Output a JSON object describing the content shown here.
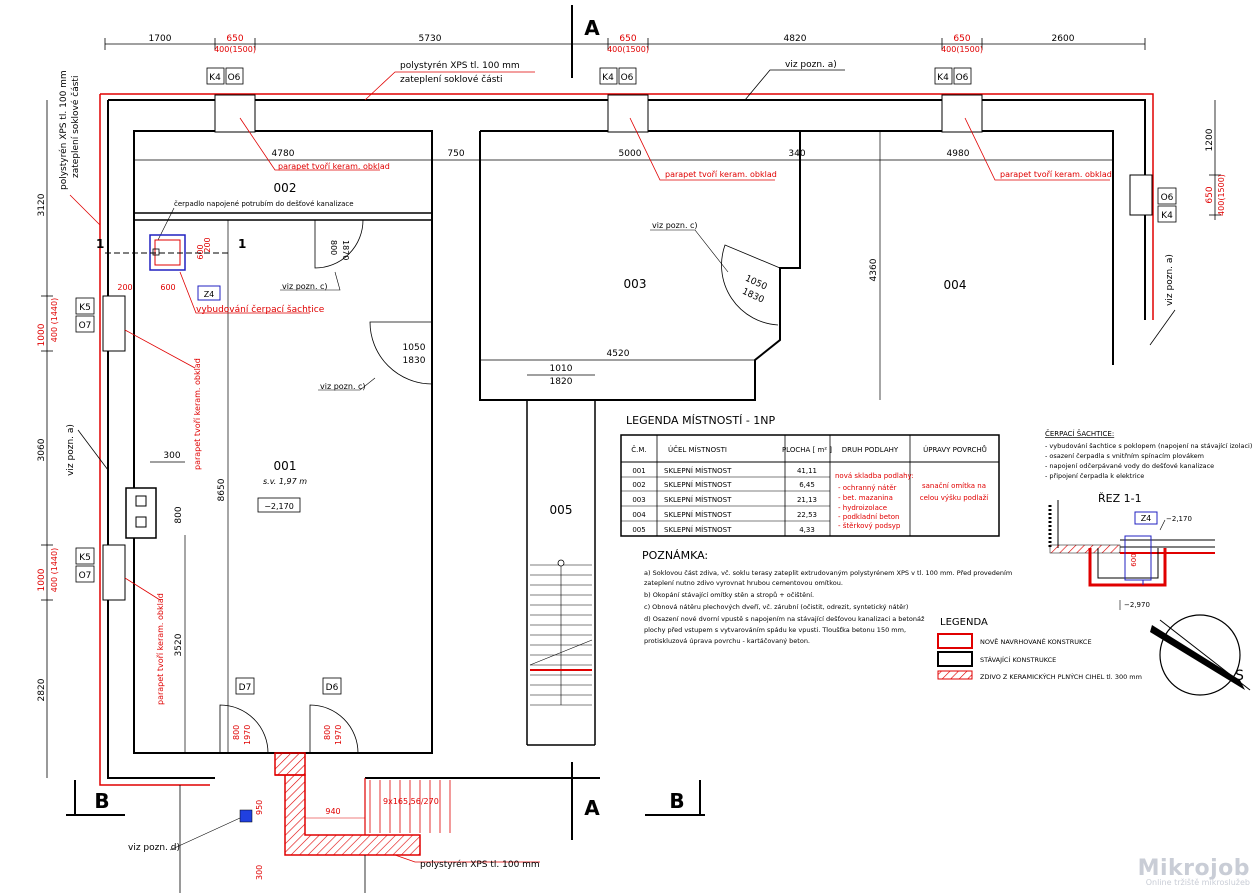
{
  "dims_top": [
    "1700",
    "650",
    "400(1500)",
    "5730",
    "650",
    "400(1500)",
    "4820",
    "650",
    "400(1500)",
    "2600"
  ],
  "section_marks": {
    "a": "A",
    "b": "B"
  },
  "window_tags": {
    "k4": "K4",
    "o6": "O6",
    "k5": "K5",
    "o7": "O7",
    "d7": "D7",
    "d6": "D6"
  },
  "labels": {
    "polystyren_top": "polystyrén XPS tl. 100 mm",
    "zatepleni": "zateplení soklové části",
    "viz_a": "viz pozn. a)",
    "viz_c": "viz pozn. c)",
    "viz_d": "viz pozn. d)",
    "parapet": "parapet tvoří keram. obklad",
    "cerpadlo": "čerpadlo napojené potrubím do dešťové kanalizace",
    "vybudovani": "vybudování čerpací šachtice",
    "polystyren_left": "polystyrén XPS tl. 100 mm",
    "zatepleni_left": "zateplení soklové části",
    "polystyren_bottom": "polystyrén XPS tl. 100 mm",
    "stairs": "9x165,56/270",
    "z4": "Z4",
    "cut_1": "1"
  },
  "rooms": {
    "r001": "001",
    "r002": "002",
    "r003": "003",
    "r004": "004",
    "r005": "005",
    "sv": "s.v. 1,97 m",
    "level": "−2,170"
  },
  "dims_inner": {
    "d4780": "4780",
    "d750": "750",
    "d5000": "5000",
    "d340": "340",
    "d4980": "4980",
    "d4520": "4520",
    "d1010": "1010",
    "d1820": "1820",
    "d1050": "1050",
    "d1830": "1830",
    "d1050b": "1050",
    "d1830b": "1830",
    "d800": "800",
    "d1870": "1870",
    "d200": "200",
    "d600": "600",
    "d600b": "600",
    "d200b": "200",
    "d300": "300",
    "d800b": "800",
    "d8650": "8650",
    "d3520": "3520",
    "d4360": "4360",
    "d1200": "1200",
    "d650r": "650",
    "d400r": "400(1500)",
    "d3120": "3120",
    "d3060": "3060",
    "d2820": "2820",
    "d1000": "1000",
    "d400l": "400 (1440)",
    "d1000b": "1000",
    "d400lb": "400 (1440)",
    "d800c": "800",
    "d1970": "1970",
    "d800d": "800",
    "d1970b": "1970",
    "d950": "950",
    "d940": "940",
    "d300b": "300"
  },
  "legend_rooms": {
    "title": "LEGENDA MÍSTNOSTÍ - 1NP",
    "headers": [
      "Č.M.",
      "ÚČEL MÍSTNOSTI",
      "PLOCHA [ m² ]",
      "DRUH PODLAHY",
      "ÚPRAVY POVRCHŮ"
    ],
    "rows": [
      [
        "001",
        "SKLEPNÍ MÍSTNOST",
        "41,11"
      ],
      [
        "002",
        "SKLEPNÍ MÍSTNOST",
        "6,45"
      ],
      [
        "003",
        "SKLEPNÍ MÍSTNOST",
        "21,13"
      ],
      [
        "004",
        "SKLEPNÍ MÍSTNOST",
        "22,53"
      ],
      [
        "005",
        "SKLEPNÍ MÍSTNOST",
        "4,33"
      ]
    ],
    "floor": [
      "nová skladba podlahy:",
      "- ochranný nátěr",
      "- bet. mazanina",
      "- hydroizolace",
      "- podkladní beton",
      "- štěrkový podsyp"
    ],
    "surface": [
      "sanační omítka na",
      "celou výšku podlaží"
    ]
  },
  "notes": {
    "title": "POZNÁMKA:",
    "lines": [
      "a) Soklovou část zdiva, vč. soklu terasy zateplit extrudovaným polystyrénem XPS v tl. 100 mm. Před provedením",
      "    zateplení nutno zdivo vyrovnat hrubou cementovou omítkou.",
      "b) Okopání stávající omítky stěn a stropů + očištění.",
      "c) Obnová nátěru plechových dveří, vč. zárubní (očistit, odrezit, syntetický nátěr)",
      "d) Osazení nové dvorní vpustě s napojením na stávající dešťovou kanalizaci a betonáž",
      "    plochy před vstupem s vytvarováním spádu ke vpusti. Tloušťka betonu 150 mm,",
      "    protiskluzová úprava povrchu - kartáčovaný beton."
    ]
  },
  "cerpaci": {
    "title": "ČERPACÍ ŠACHTICE:",
    "lines": [
      "- vybudování šachtice s poklopem (napojení na stávající izolaci)",
      "- osazení čerpadla s vnitřním spínacím plovákem",
      "- napojení odčerpávané vody do dešťové kanalizace",
      "- připojení čerpadla k elektrice"
    ],
    "section_title": "ŘEZ  1-1",
    "lv1": "−2,170",
    "lv2": "−2,970",
    "d600": "600",
    "z4": "Z4"
  },
  "legend": {
    "title": "LEGENDA",
    "new": "NOVĚ NAVRHOVANÉ KONSTRUKCE",
    "existing": "STÁVAJÍCÍ KONSTRUKCE",
    "hatched": "ZDIVO Z KERAMICKÝCH PLNÝCH CIHEL tl. 300 mm"
  },
  "north": "S",
  "watermark": {
    "brand": "Mikrojob",
    "tagline": "Online tržiště mikroslužeb"
  },
  "colors": {
    "red": "#e00000",
    "black": "#000000",
    "blue": "#2020c0"
  }
}
